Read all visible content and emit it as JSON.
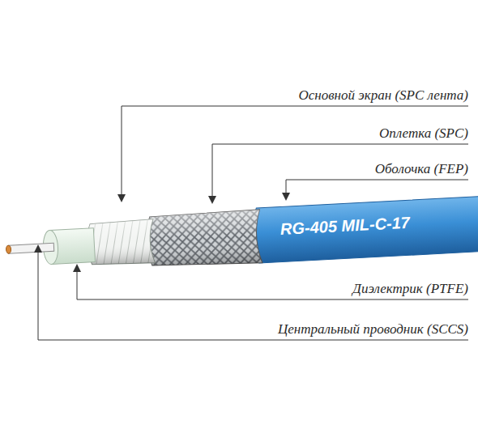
{
  "diagram": {
    "labels": [
      "Основной экран (SPC лента)",
      "Оплетка (SPC)",
      "Оболочка (FEP)",
      "RG-405 MIL-C-17",
      "Диэлектрик (PTFE)",
      "Центральный проводник (SCCS)"
    ]
  }
}
